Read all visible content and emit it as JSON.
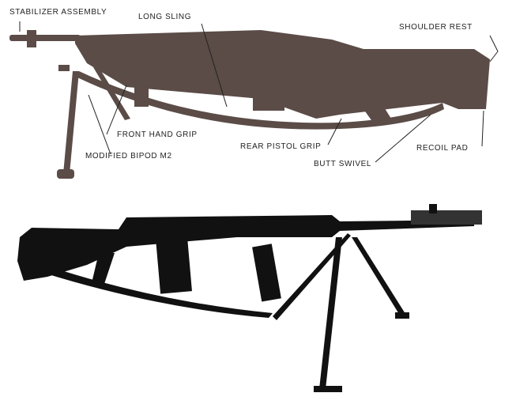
{
  "labels": {
    "stabilizer_assembly": "STABILIZER ASSEMBLY",
    "long_sling": "LONG SLING",
    "shoulder_rest": "SHOULDER REST",
    "front_hand_grip": "FRONT HAND GRIP",
    "modified_bipod": "MODIFIED BIPOD M2",
    "rear_pistol_grip": "REAR PISTOL GRIP",
    "butt_swivel": "BUTT SWIVEL",
    "recoil_pad": "RECOIL PAD"
  },
  "colors": {
    "top_rifle": "#5b4c47",
    "bottom_rifle": "#111111"
  }
}
